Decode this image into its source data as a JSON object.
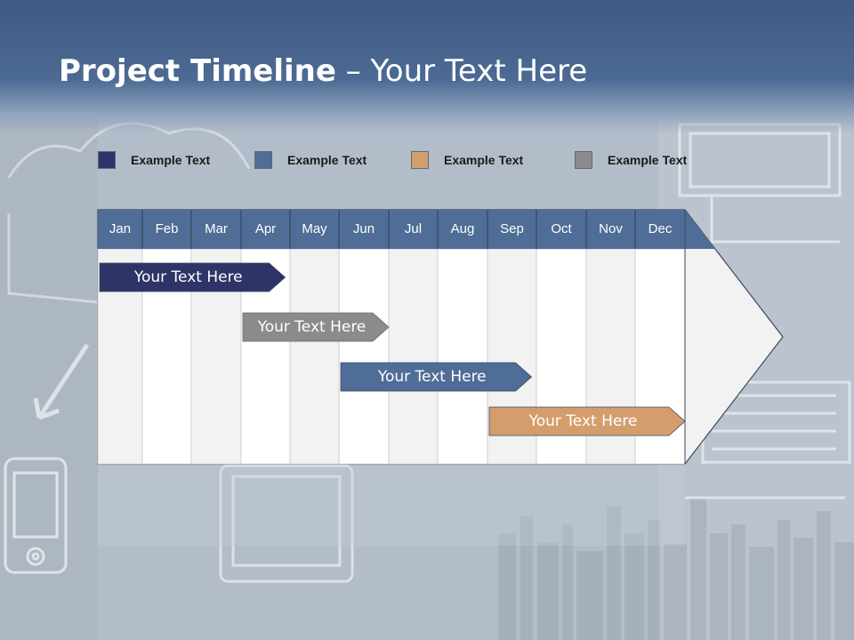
{
  "slide": {
    "title_bold": "Project Timeline",
    "title_rest": " – Your Text Here"
  },
  "legend": [
    {
      "label": "Example Text",
      "color": "#2f3468"
    },
    {
      "label": "Example Text",
      "color": "#4f6d96"
    },
    {
      "label": "Example Text",
      "color": "#d39e6c"
    },
    {
      "label": "Example Text",
      "color": "#8b8b8b"
    }
  ],
  "months": [
    "Jan",
    "Feb",
    "Mar",
    "Apr",
    "May",
    "Jun",
    "Jul",
    "Aug",
    "Sep",
    "Oct",
    "Nov",
    "Dec"
  ],
  "tasks": [
    {
      "label": "Your  Text Here",
      "start": 0.0,
      "end": 3.9,
      "color": "#2f3468"
    },
    {
      "label": "Your  Text Here",
      "start": 3.0,
      "end": 6.0,
      "color": "#8b8b8b"
    },
    {
      "label": "Your  Text Here",
      "start": 5.0,
      "end": 8.9,
      "color": "#4f6d96"
    },
    {
      "label": "Your  Text Here",
      "start": 8.0,
      "end": 12.0,
      "color": "#d39e6c"
    }
  ],
  "colors": {
    "header_band": "#4f6d96",
    "column_light": "#ffffff",
    "column_alt": "#f2f2f2"
  }
}
